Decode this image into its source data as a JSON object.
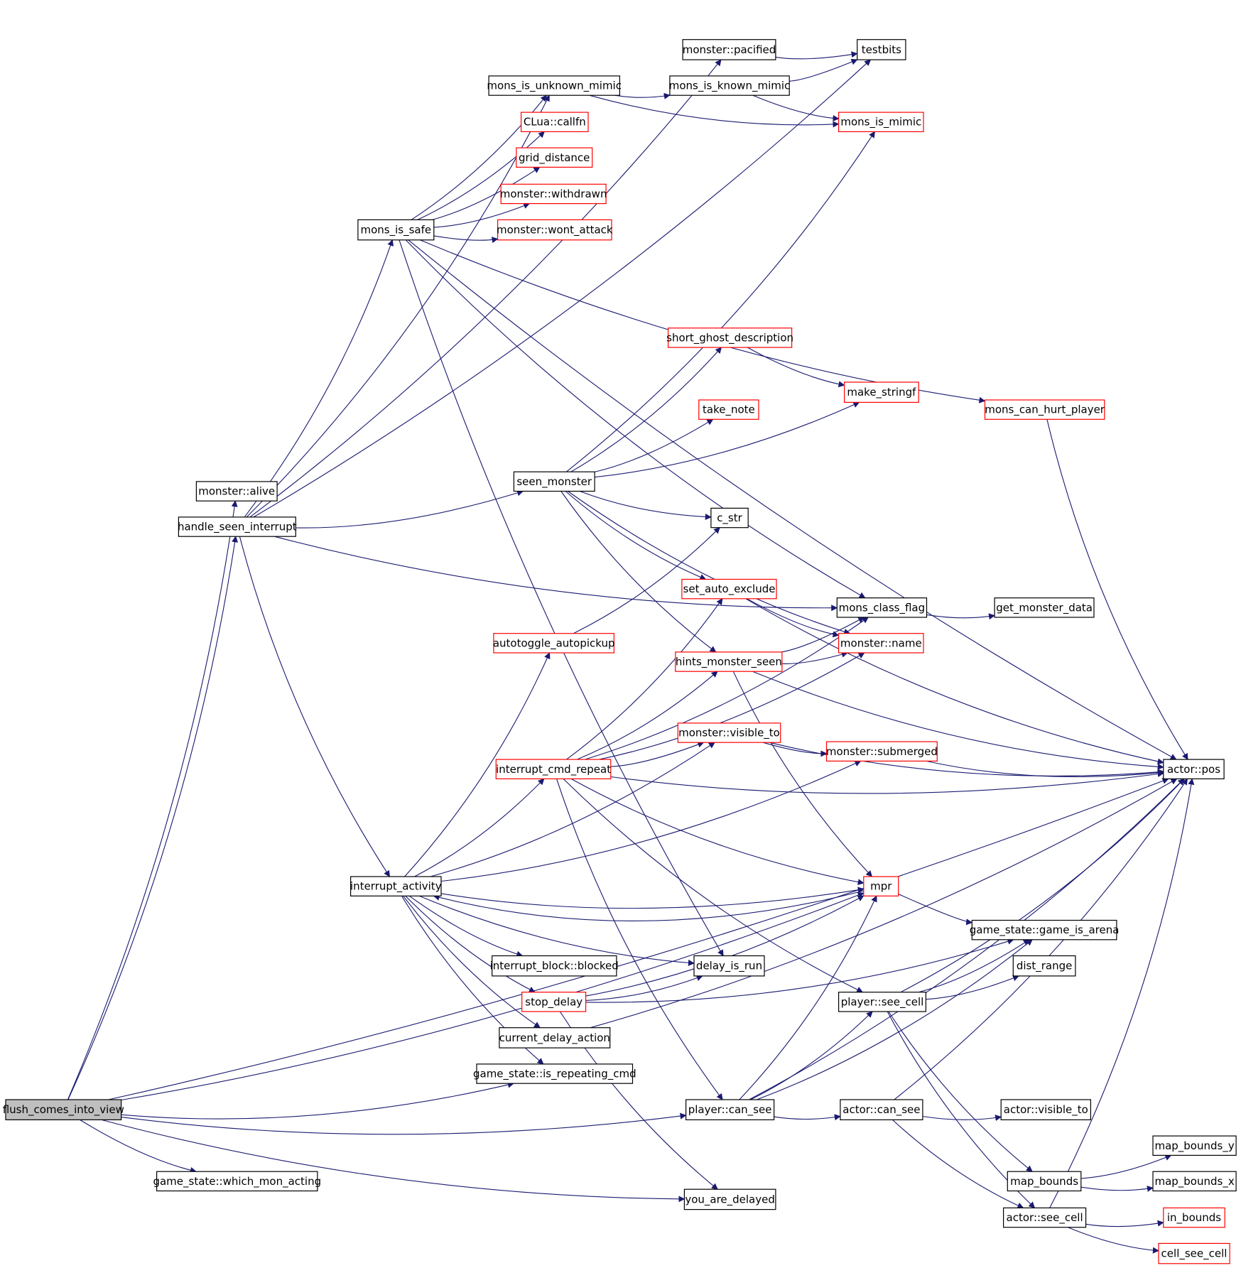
{
  "colors": {
    "edge": "#191970",
    "node_border": "#000000",
    "node_border_truncated": "#ff0000",
    "node_fill": "#ffffff",
    "node_fill_root": "#bfbfbf"
  },
  "nodes": [
    {
      "id": "flush",
      "label": "flush_comes_into_view",
      "style": "root"
    },
    {
      "id": "alive",
      "label": "monster::alive",
      "style": "normal"
    },
    {
      "id": "handle",
      "label": "handle_seen_interrupt",
      "style": "normal"
    },
    {
      "id": "which",
      "label": "game_state::which_mon_acting",
      "style": "normal"
    },
    {
      "id": "testbits",
      "label": "testbits",
      "style": "normal"
    },
    {
      "id": "pacified",
      "label": "monster::pacified",
      "style": "normal"
    },
    {
      "id": "unknown",
      "label": "mons_is_unknown_mimic",
      "style": "normal"
    },
    {
      "id": "known",
      "label": "mons_is_known_mimic",
      "style": "normal"
    },
    {
      "id": "mimic",
      "label": "mons_is_mimic",
      "style": "truncated"
    },
    {
      "id": "callfn",
      "label": "CLua::callfn",
      "style": "truncated"
    },
    {
      "id": "grid",
      "label": "grid_distance",
      "style": "truncated"
    },
    {
      "id": "withdrawn",
      "label": "monster::withdrawn",
      "style": "truncated"
    },
    {
      "id": "safe",
      "label": "mons_is_safe",
      "style": "normal"
    },
    {
      "id": "wont",
      "label": "monster::wont_attack",
      "style": "truncated"
    },
    {
      "id": "ghost",
      "label": "short_ghost_description",
      "style": "truncated"
    },
    {
      "id": "stringf",
      "label": "make_stringf",
      "style": "truncated"
    },
    {
      "id": "hurt",
      "label": "mons_can_hurt_player",
      "style": "truncated"
    },
    {
      "id": "note",
      "label": "take_note",
      "style": "truncated"
    },
    {
      "id": "seen",
      "label": "seen_monster",
      "style": "normal"
    },
    {
      "id": "cstr",
      "label": "c_str",
      "style": "normal"
    },
    {
      "id": "autoex",
      "label": "set_auto_exclude",
      "style": "truncated"
    },
    {
      "id": "classflag",
      "label": "mons_class_flag",
      "style": "normal"
    },
    {
      "id": "getdata",
      "label": "get_monster_data",
      "style": "normal"
    },
    {
      "id": "autotoggle",
      "label": "autotoggle_autopickup",
      "style": "truncated"
    },
    {
      "id": "mname",
      "label": "monster::name",
      "style": "truncated"
    },
    {
      "id": "hints",
      "label": "hints_monster_seen",
      "style": "truncated"
    },
    {
      "id": "visible",
      "label": "monster::visible_to",
      "style": "truncated"
    },
    {
      "id": "submerged",
      "label": "monster::submerged",
      "style": "truncated"
    },
    {
      "id": "icr",
      "label": "interrupt_cmd_repeat",
      "style": "truncated"
    },
    {
      "id": "pos",
      "label": "actor::pos",
      "style": "normal"
    },
    {
      "id": "ia",
      "label": "interrupt_activity",
      "style": "normal"
    },
    {
      "id": "mpr",
      "label": "mpr",
      "style": "truncated"
    },
    {
      "id": "arena",
      "label": "game_state::game_is_arena",
      "style": "normal"
    },
    {
      "id": "blocked",
      "label": "interrupt_block::blocked",
      "style": "normal"
    },
    {
      "id": "delayrun",
      "label": "delay_is_run",
      "style": "normal"
    },
    {
      "id": "distrange",
      "label": "dist_range",
      "style": "normal"
    },
    {
      "id": "stopdelay",
      "label": "stop_delay",
      "style": "truncated"
    },
    {
      "id": "seecell",
      "label": "player::see_cell",
      "style": "normal"
    },
    {
      "id": "cda",
      "label": "current_delay_action",
      "style": "normal"
    },
    {
      "id": "repeating",
      "label": "game_state::is_repeating_cmd",
      "style": "normal"
    },
    {
      "id": "pcansee",
      "label": "player::can_see",
      "style": "normal"
    },
    {
      "id": "acansee",
      "label": "actor::can_see",
      "style": "normal"
    },
    {
      "id": "avisible",
      "label": "actor::visible_to",
      "style": "normal"
    },
    {
      "id": "mby",
      "label": "map_bounds_y",
      "style": "normal"
    },
    {
      "id": "mapbounds",
      "label": "map_bounds",
      "style": "normal"
    },
    {
      "id": "mbx",
      "label": "map_bounds_x",
      "style": "normal"
    },
    {
      "id": "delayed",
      "label": "you_are_delayed",
      "style": "normal"
    },
    {
      "id": "aseecell",
      "label": "actor::see_cell",
      "style": "normal"
    },
    {
      "id": "inbounds",
      "label": "in_bounds",
      "style": "truncated"
    },
    {
      "id": "cellsee",
      "label": "cell_see_cell",
      "style": "truncated"
    }
  ],
  "edges": [
    [
      "flush",
      "alive"
    ],
    [
      "flush",
      "handle"
    ],
    [
      "flush",
      "which"
    ],
    [
      "flush",
      "repeating"
    ],
    [
      "flush",
      "pcansee"
    ],
    [
      "flush",
      "delayed"
    ],
    [
      "flush",
      "mpr"
    ],
    [
      "flush",
      "pos"
    ],
    [
      "handle",
      "safe"
    ],
    [
      "handle",
      "seen"
    ],
    [
      "handle",
      "ia"
    ],
    [
      "handle",
      "classflag"
    ],
    [
      "handle",
      "testbits"
    ],
    [
      "handle",
      "pacified"
    ],
    [
      "handle",
      "unknown"
    ],
    [
      "pacified",
      "testbits"
    ],
    [
      "unknown",
      "known"
    ],
    [
      "unknown",
      "mimic"
    ],
    [
      "known",
      "testbits"
    ],
    [
      "known",
      "mimic"
    ],
    [
      "safe",
      "unknown"
    ],
    [
      "safe",
      "callfn"
    ],
    [
      "safe",
      "grid"
    ],
    [
      "safe",
      "withdrawn"
    ],
    [
      "safe",
      "wont"
    ],
    [
      "safe",
      "pos"
    ],
    [
      "safe",
      "hurt"
    ],
    [
      "safe",
      "classflag"
    ],
    [
      "safe",
      "delayrun"
    ],
    [
      "ghost",
      "stringf"
    ],
    [
      "hurt",
      "pos"
    ],
    [
      "seen",
      "mimic"
    ],
    [
      "seen",
      "ghost"
    ],
    [
      "seen",
      "note"
    ],
    [
      "seen",
      "stringf"
    ],
    [
      "seen",
      "cstr"
    ],
    [
      "seen",
      "autoex"
    ],
    [
      "seen",
      "hints"
    ],
    [
      "seen",
      "mname"
    ],
    [
      "autoex",
      "pos"
    ],
    [
      "autoex",
      "mname"
    ],
    [
      "classflag",
      "getdata"
    ],
    [
      "autotoggle",
      "cstr"
    ],
    [
      "hints",
      "mname"
    ],
    [
      "hints",
      "classflag"
    ],
    [
      "hints",
      "pos"
    ],
    [
      "hints",
      "mpr"
    ],
    [
      "visible",
      "pos"
    ],
    [
      "visible",
      "submerged"
    ],
    [
      "submerged",
      "pos"
    ],
    [
      "icr",
      "autoex"
    ],
    [
      "icr",
      "classflag"
    ],
    [
      "icr",
      "hints"
    ],
    [
      "icr",
      "mname"
    ],
    [
      "icr",
      "visible"
    ],
    [
      "icr",
      "pos"
    ],
    [
      "icr",
      "mpr"
    ],
    [
      "icr",
      "seecell"
    ],
    [
      "icr",
      "pcansee"
    ],
    [
      "ia",
      "icr"
    ],
    [
      "ia",
      "autotoggle"
    ],
    [
      "ia",
      "visible"
    ],
    [
      "ia",
      "submerged"
    ],
    [
      "ia",
      "mpr"
    ],
    [
      "ia",
      "blocked"
    ],
    [
      "ia",
      "delayrun"
    ],
    [
      "ia",
      "stopdelay"
    ],
    [
      "ia",
      "cda"
    ],
    [
      "ia",
      "repeating"
    ],
    [
      "mpr",
      "ia"
    ],
    [
      "mpr",
      "arena"
    ],
    [
      "stopdelay",
      "delayrun"
    ],
    [
      "stopdelay",
      "mpr"
    ],
    [
      "stopdelay",
      "arena"
    ],
    [
      "stopdelay",
      "delayed"
    ],
    [
      "seecell",
      "arena"
    ],
    [
      "seecell",
      "distrange"
    ],
    [
      "seecell",
      "pos"
    ],
    [
      "seecell",
      "mapbounds"
    ],
    [
      "seecell",
      "aseecell"
    ],
    [
      "cda",
      "pos"
    ],
    [
      "pcansee",
      "acansee"
    ],
    [
      "pcansee",
      "mpr"
    ],
    [
      "pcansee",
      "seecell"
    ],
    [
      "pcansee",
      "arena"
    ],
    [
      "pcansee",
      "pos"
    ],
    [
      "acansee",
      "avisible"
    ],
    [
      "acansee",
      "pos"
    ],
    [
      "acansee",
      "aseecell"
    ],
    [
      "mapbounds",
      "mby"
    ],
    [
      "mapbounds",
      "mbx"
    ],
    [
      "aseecell",
      "inbounds"
    ],
    [
      "aseecell",
      "cellsee"
    ],
    [
      "aseecell",
      "pos"
    ]
  ]
}
